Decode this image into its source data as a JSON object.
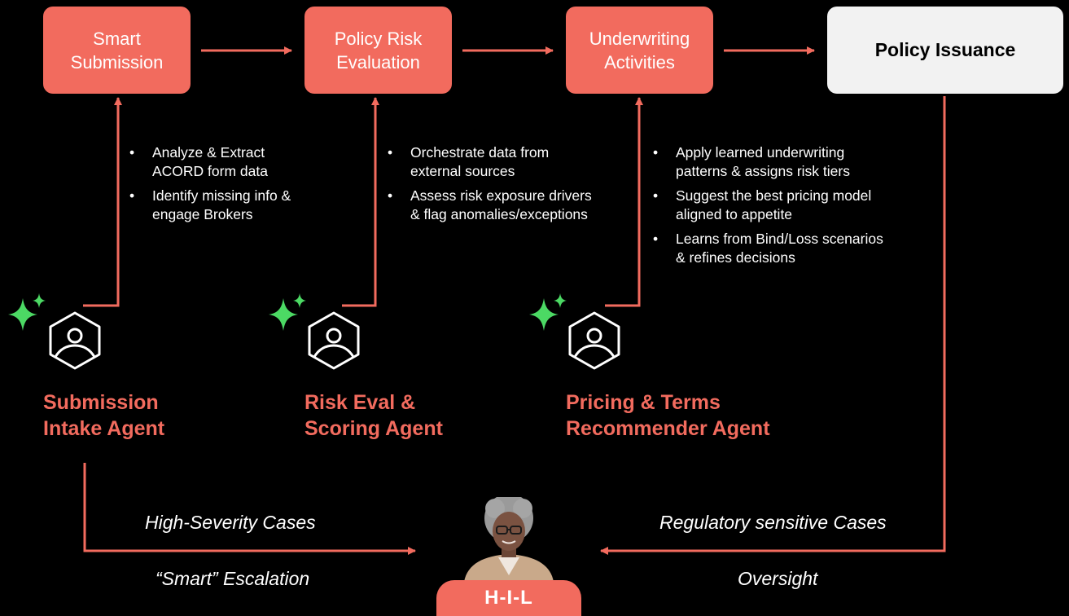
{
  "steps": [
    {
      "label": "Smart\nSubmission"
    },
    {
      "label": "Policy Risk\nEvaluation"
    },
    {
      "label": "Underwriting\nActivities"
    },
    {
      "label": "Policy Issuance"
    }
  ],
  "agents": [
    {
      "name": "Submission\nIntake Agent",
      "bullets": [
        "Analyze & Extract\nACORD form data",
        "Identify missing info &\nengage Brokers"
      ]
    },
    {
      "name": "Risk Eval &\nScoring Agent",
      "bullets": [
        "Orchestrate data from\nexternal sources",
        "Assess risk exposure drivers\n& flag anomalies/exceptions"
      ]
    },
    {
      "name": "Pricing & Terms\nRecommender Agent",
      "bullets": [
        "Apply learned underwriting\npatterns & assigns risk tiers",
        "Suggest the best pricing model\naligned to appetite",
        "Learns from Bind/Loss scenarios\n& refines decisions"
      ]
    }
  ],
  "escalation": {
    "left_top": "High-Severity Cases",
    "left_bottom": "“Smart” Escalation",
    "right_top": "Regulatory sensitive Cases",
    "right_bottom": "Oversight"
  },
  "hil": {
    "label": "H-I-L"
  },
  "colors": {
    "accent": "#f26b5e",
    "sparkle": "#4cd964",
    "background": "#000000",
    "final_box": "#f2f2f2"
  },
  "icons": [
    "agent-hexagon-icon",
    "sparkle-icon",
    "arrow-icon"
  ]
}
